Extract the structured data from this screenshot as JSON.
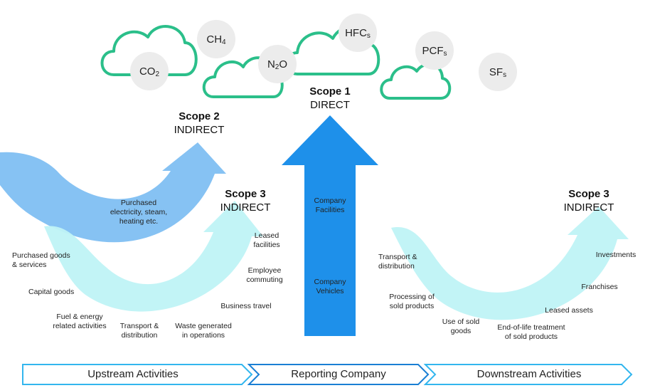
{
  "gases": {
    "co2": {
      "base": "CO",
      "sub": "2"
    },
    "ch4": {
      "base": "CH",
      "sub": "4"
    },
    "n2o": {
      "base": "N",
      "sub": "2",
      "tail": "O"
    },
    "hfcs": {
      "base": "HFC",
      "sub": "s"
    },
    "pcfs": {
      "base": "PCF",
      "sub": "s"
    },
    "sfs": {
      "base": "SF",
      "sub": "s"
    }
  },
  "scopes": {
    "scope1": {
      "title": "Scope 1",
      "subtitle": "DIRECT"
    },
    "scope2": {
      "title": "Scope 2",
      "subtitle": "INDIRECT"
    },
    "scope3_up": {
      "title": "Scope 3",
      "subtitle": "INDIRECT"
    },
    "scope3_down": {
      "title": "Scope 3",
      "subtitle": "INDIRECT"
    }
  },
  "scope2_label": "Purchased\nelectricity, steam,\nheating etc.",
  "company": {
    "facilities": "Company\nFacilities",
    "vehicles": "Company\nVehicles"
  },
  "upstream_items": {
    "purchased_goods": "Purchased  goods\n& services",
    "capital_goods": "Capital goods",
    "fuel_energy": "Fuel & energy\nrelated activities",
    "transport": "Transport &\ndistribution",
    "waste": "Waste generated\nin operations",
    "business_travel": "Business travel",
    "employee_commuting": "Employee\ncommuting",
    "leased_facilities": "Leased\nfacilities"
  },
  "downstream_items": {
    "transport": "Transport &\ndistribution",
    "processing": "Processing of\nsold products",
    "use": "Use of sold\ngoods",
    "end_of_life": "End-of-life treatment\nof sold products",
    "leased_assets": "Leased assets",
    "franchises": "Franchises",
    "investments": "Investments"
  },
  "bands": {
    "upstream": "Upstream Activities",
    "reporting": "Reporting Company",
    "downstream": "Downstream Activities"
  },
  "colors": {
    "cloud_stroke": "#2bbf8a",
    "gas_circle": "#ececec",
    "scope1_arrow": "#1e90ea",
    "scope2_arrow": "#7fbff2",
    "scope3_arrow": "#bff3f5",
    "band_light": "#33b6ee",
    "band_dark": "#1a7fd4"
  }
}
